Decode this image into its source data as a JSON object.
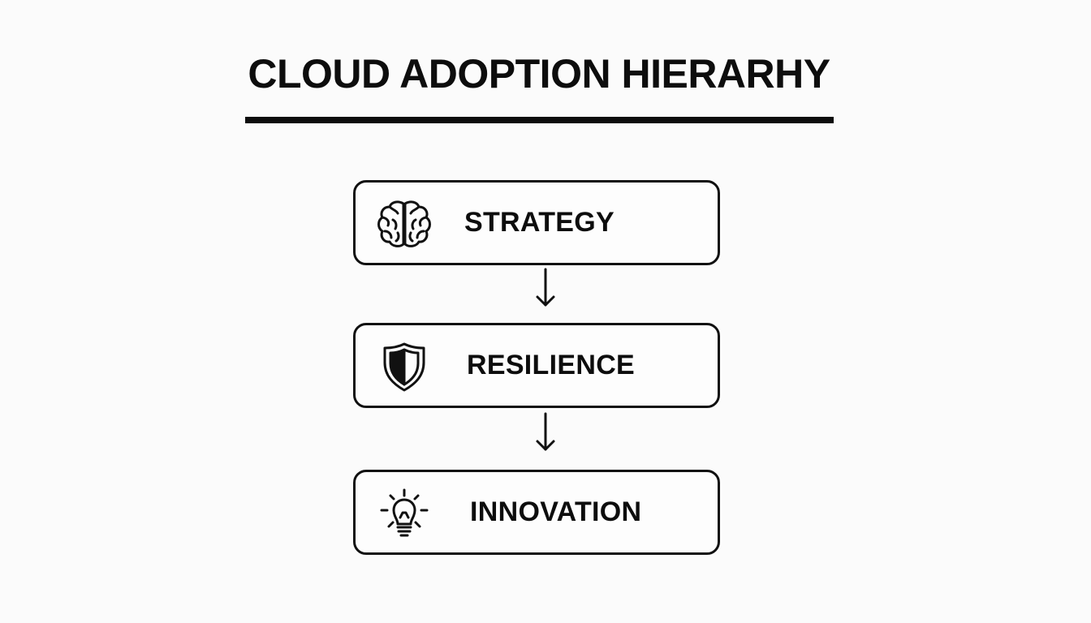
{
  "title": "CLOUD ADOPTION HIERARHY",
  "steps": [
    {
      "label": "STRATEGY",
      "icon": "brain-icon"
    },
    {
      "label": "RESILIENCE",
      "icon": "shield-icon"
    },
    {
      "label": "INNOVATION",
      "icon": "lightbulb-icon"
    }
  ],
  "colors": {
    "background": "#fbfbfb",
    "ink": "#0d0d0d"
  }
}
